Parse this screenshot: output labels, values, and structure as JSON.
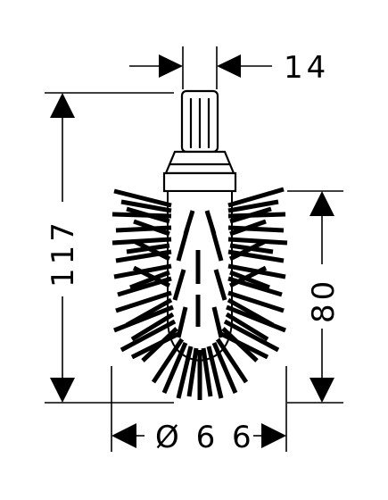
{
  "dimensions": {
    "stem_width": "14",
    "overall_height": "117",
    "brush_height": "80",
    "diameter": "Ø 6 6"
  },
  "style": {
    "line_color": "#000000",
    "background_color": "#ffffff"
  }
}
